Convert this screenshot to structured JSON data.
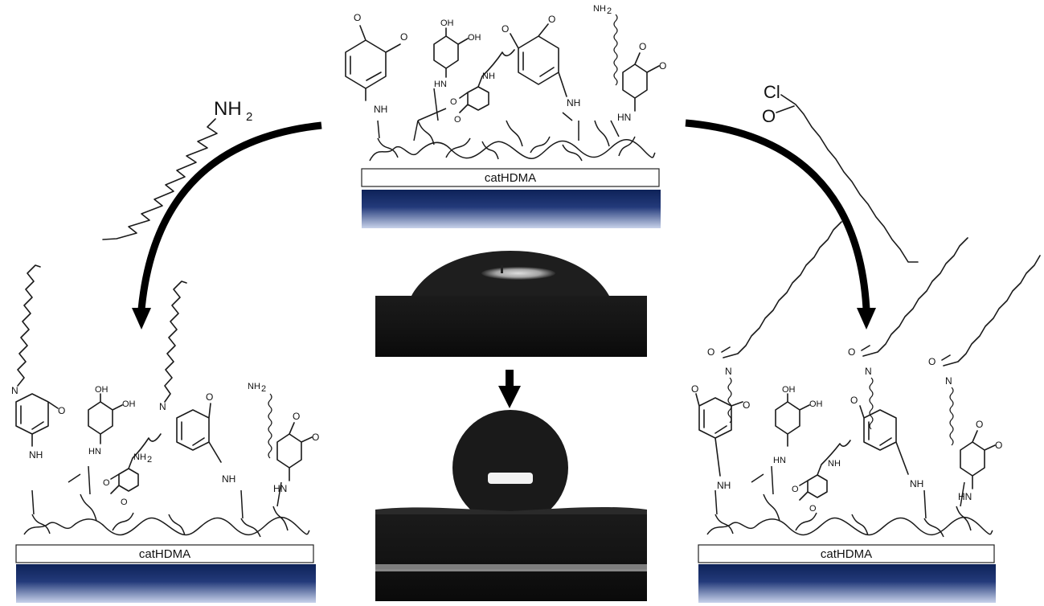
{
  "substrate": {
    "label": "catHDMA"
  },
  "top_panel": {
    "groups": {
      "nh": "NH",
      "hn": "HN",
      "oh": "OH",
      "o": "O",
      "nh2": "NH",
      "sub2": "2"
    }
  },
  "left_reagent": {
    "formula_main": "NH",
    "formula_sub": "2"
  },
  "right_reagent": {
    "cl": "Cl",
    "o": "O"
  },
  "left_panel": {
    "groups": {
      "n": "N",
      "nh": "NH",
      "hn": "HN",
      "oh": "OH",
      "o": "O",
      "nh2": "NH",
      "sub2": "2"
    }
  },
  "right_panel": {
    "groups": {
      "n": "N",
      "nh": "NH",
      "hn": "HN",
      "oh": "OH",
      "o": "O"
    }
  },
  "photos": {
    "top": "water droplet on surface before modification (low contact angle)",
    "bottom": "water droplet on surface after modification (high contact angle)"
  },
  "colors": {
    "substrate_dark": "#0d2258",
    "substrate_light": "#b9c4e0",
    "film_fill": "#ffffff",
    "arrow": "#000000"
  }
}
